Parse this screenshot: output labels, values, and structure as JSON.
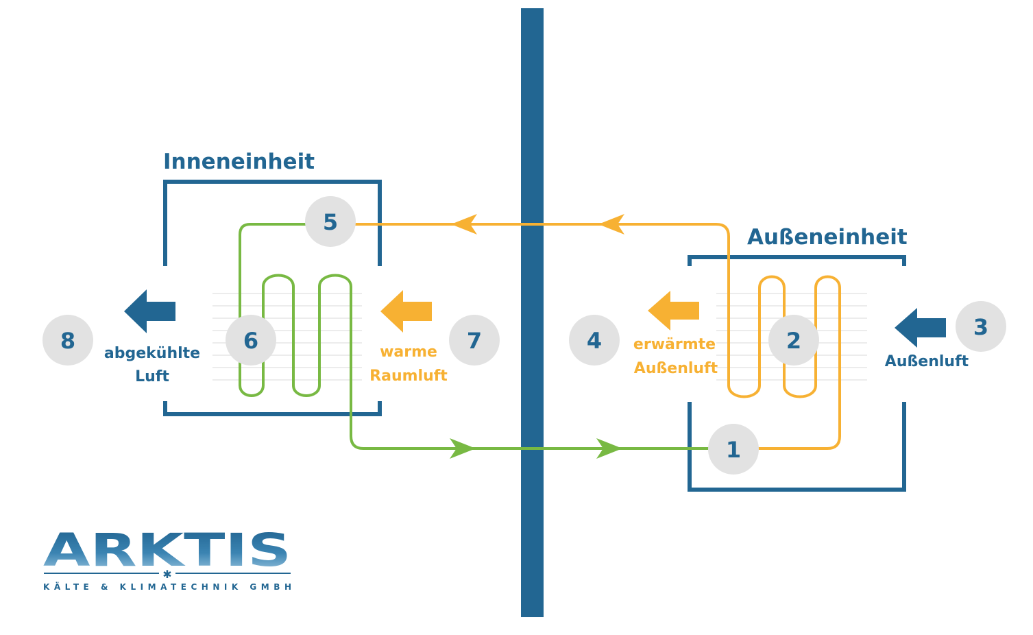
{
  "colors": {
    "blue": "#226692",
    "orange": "#f7b133",
    "green": "#78b943",
    "node_fill": "#e2e2e2",
    "fin_line": "#ececec"
  },
  "units": {
    "indoor_title": "Inneneinheit",
    "outdoor_title": "Außeneinheit"
  },
  "nodes": {
    "n1": "1",
    "n2": "2",
    "n3": "3",
    "n4": "4",
    "n5": "5",
    "n6": "6",
    "n7": "7",
    "n8": "8"
  },
  "labels": {
    "cooled_air_1": "abgekühlte",
    "cooled_air_2": "Luft",
    "warm_air_1": "warme",
    "warm_air_2": "Raumluft",
    "warmed_outside_1": "erwärmte",
    "warmed_outside_2": "Außenluft",
    "outside_air": "Außenluft"
  },
  "logo": {
    "name": "ARKTIS",
    "tagline": "KÄLTE & KLIMATECHNIK GMBH",
    "star": "✱"
  }
}
